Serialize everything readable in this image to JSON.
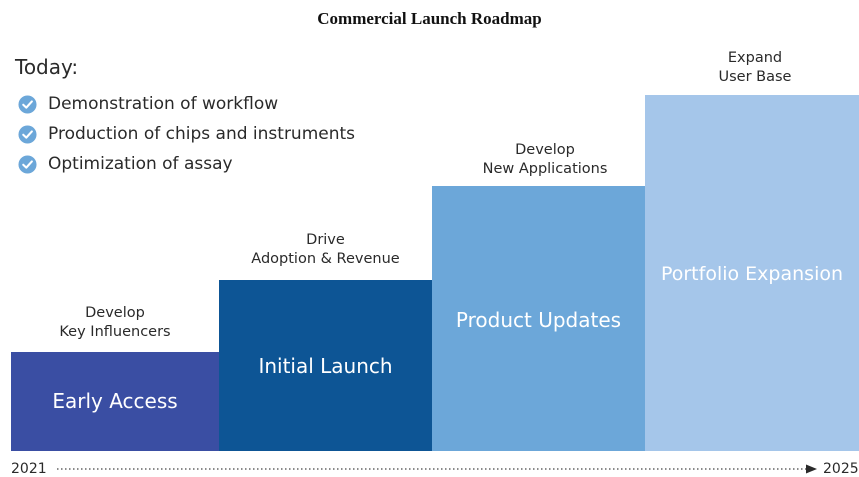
{
  "title": "Commercial Launch Roadmap",
  "today": {
    "heading": "Today:",
    "items": [
      "Demonstration of workflow",
      "Production of chips and instruments",
      "Optimization of assay"
    ],
    "icon": "check-circle-icon"
  },
  "steps": [
    {
      "label": "Early Access",
      "caption": [
        "Develop",
        "Key Influencers"
      ],
      "color": "#3a4ea3"
    },
    {
      "label": "Initial Launch",
      "caption": [
        "Drive",
        "Adoption & Revenue"
      ],
      "color": "#0d5595"
    },
    {
      "label": "Product Updates",
      "caption": [
        "Develop",
        "New Applications"
      ],
      "color": "#6ca7d9"
    },
    {
      "label": "Portfolio Expansion",
      "caption": [
        "Expand",
        "User Base"
      ],
      "color": "#a5c6ea"
    }
  ],
  "timeline": {
    "start": "2021",
    "end": "2025"
  }
}
